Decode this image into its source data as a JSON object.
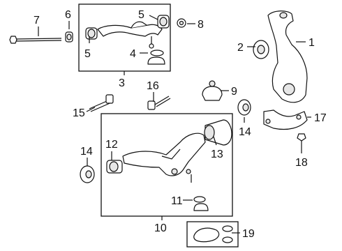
{
  "diagram": {
    "callouts": [
      "1",
      "2",
      "3",
      "4",
      "5",
      "5",
      "6",
      "7",
      "8",
      "9",
      "10",
      "11",
      "12",
      "13",
      "14",
      "14",
      "15",
      "16",
      "17",
      "18",
      "19"
    ]
  }
}
